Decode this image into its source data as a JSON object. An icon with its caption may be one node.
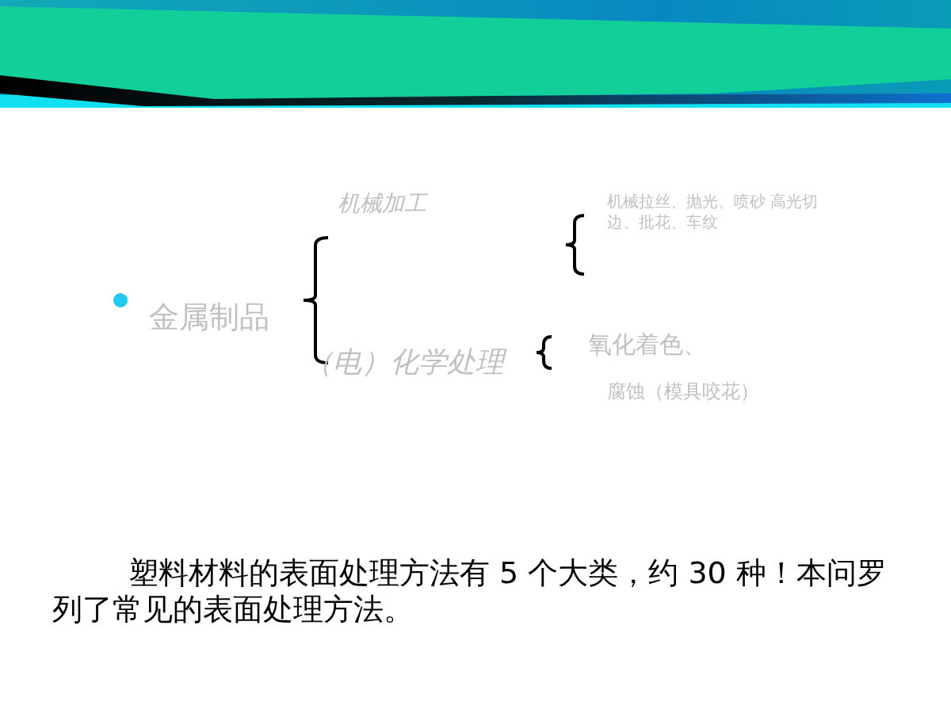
{
  "diagram": {
    "labels": [
      "机械加工",
      "机械拉丝、抛光、喷砂 高光切边、批花、车纹",
      "金属制品",
      "（电）化学处理",
      "氧化着色、",
      "腐蚀（模具咬花）",
      "塑料材料的表面处理方法有 5 个大类，约 30 种！本问罗列了常见的表面处理方法。"
    ]
  }
}
